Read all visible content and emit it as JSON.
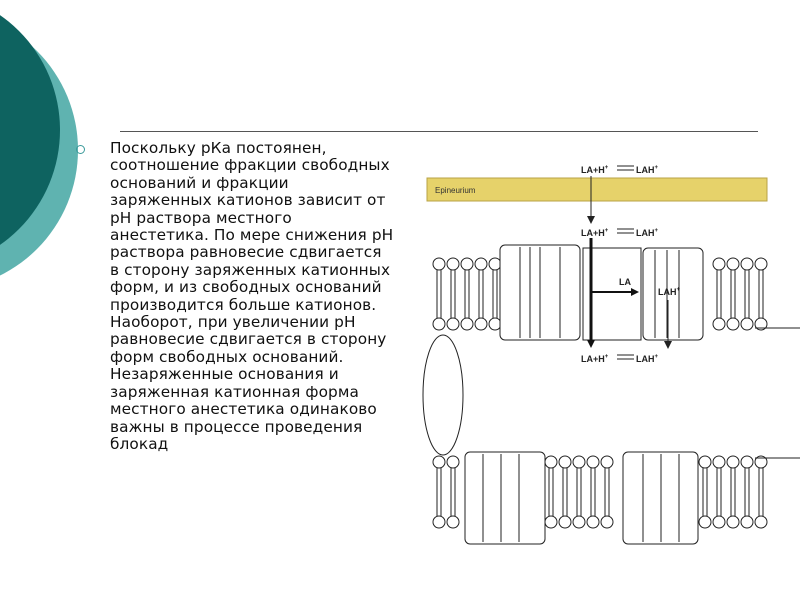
{
  "slide": {
    "bullet_text": "Поскольку рКа постоянен, соотношение фракции свободных оснований и фракции заряженных катионов зависит от рН раствора местного анестетика. По мере снижения рН раствора равновесие сдвигается в сторону заряженных катионных форм, и из свободных оснований производится больше катионов. Наоборот, при увеличении рН равновесие сдвигается в сторону форм свободных оснований. Незаряженные основания и заряженная катионная форма местного анестетика одинаково важны в процессе проведения блокад"
  },
  "diagram": {
    "epineurium_label": "Epineurium",
    "eq_left": "LA+H",
    "eq_right": "LAH",
    "la_label": "LA",
    "lah_label": "LAH",
    "plus": "+"
  },
  "colors": {
    "deco_dark": "#0e6360",
    "deco_light": "#5fb3b0",
    "epineurium": "#e6d26a"
  }
}
